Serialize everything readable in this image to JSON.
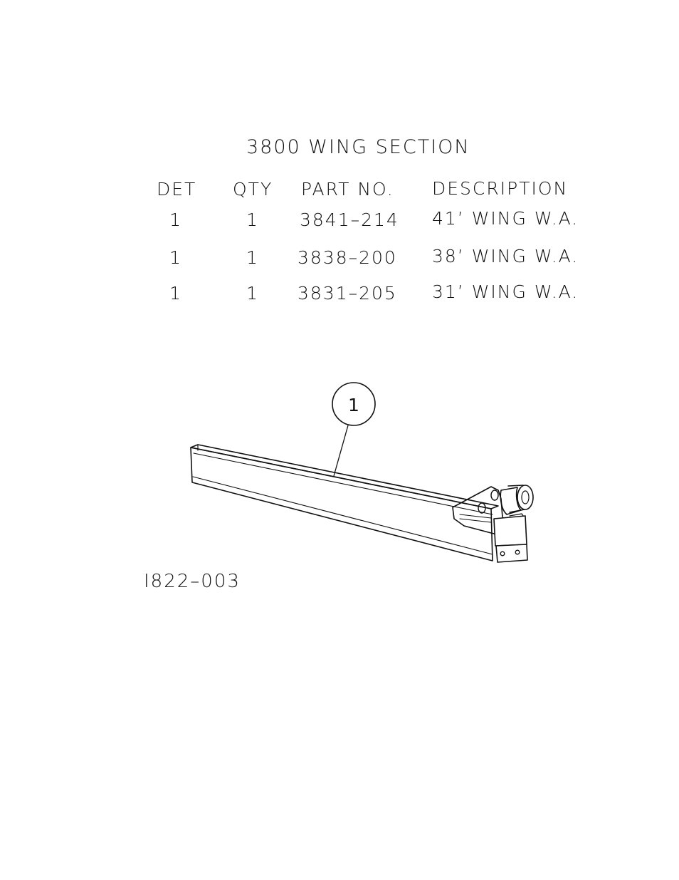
{
  "title": "3800 WING SECTION",
  "table": {
    "headers": [
      "DET",
      "QTY",
      "PART NO.",
      "DESCRIPTION"
    ],
    "rows": [
      [
        "1",
        "1",
        "3841–214",
        "41’ WING W.A."
      ],
      [
        "1",
        "1",
        "3838–200",
        "38’ WING W.A."
      ],
      [
        "1",
        "1",
        "3831–205",
        "31’ WING W.A."
      ]
    ]
  },
  "callout": "1",
  "drawing_ref": "I822–003"
}
